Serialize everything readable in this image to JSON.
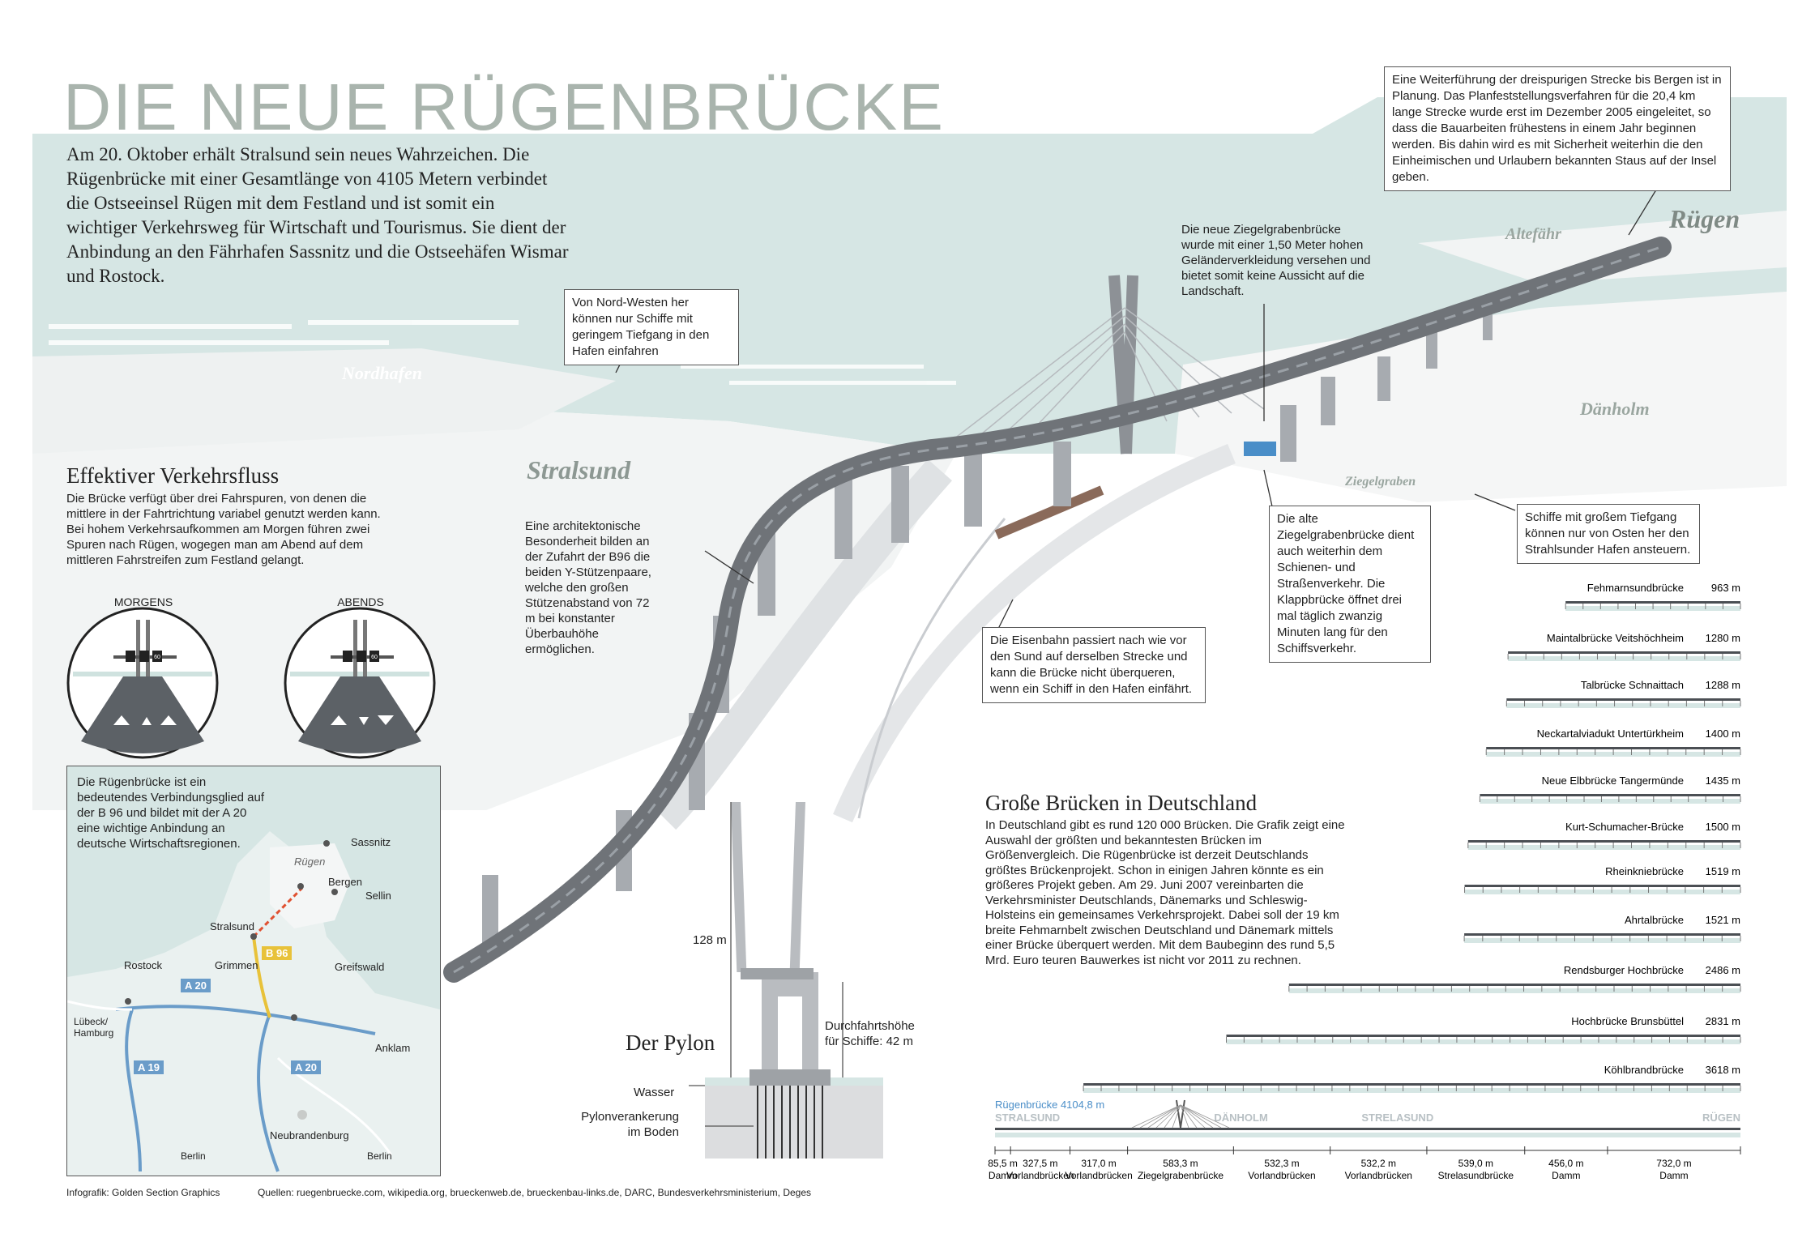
{
  "title": "DIE NEUE RÜGENBRÜCKE",
  "intro": "Am 20. Oktober erhält Stralsund sein neues Wahrzeichen. Die Rügenbrücke mit einer Gesamtlänge von 4105 Metern verbindet die Ostseeinsel Rügen mit dem Festland und ist somit ein wichtiger Verkehrsweg für Wirtschaft und Tourismus. Sie dient der Anbindung an den Fährhafen Sassnitz und die Ostseehäfen Wismar und Rostock.",
  "places": {
    "ruegen": "Rügen",
    "altefaehr": "Altefähr",
    "nordhafen": "Nordhafen",
    "stralsund": "Stralsund",
    "daenholm": "Dänholm",
    "ziegelgraben": "Ziegelgraben"
  },
  "callouts": {
    "weiterfuehrung": "Eine Weiterführung der dreispurigen Strecke bis Bergen ist in Planung. Das Planfeststellungsverfahren für die 20,4 km lange Strecke wurde erst im Dezember 2005 eingeleitet, so dass die Bauarbeiten frühestens in einem Jahr beginnen werden. Bis dahin wird es mit Sicherheit weiterhin die den Einheimischen und Urlaubern bekannten Staus auf der Insel geben.",
    "ziegelgraben_neu": "Die neue Ziegelgrabenbrücke wurde mit einer 1,50 Meter hohen Geländerverkleidung versehen und bietet somit keine Aussicht auf die Landschaft.",
    "nordwesten": "Von Nord-Westen her können nur Schiffe mit geringem Tiefgang in den Hafen einfahren",
    "architektur": "Eine architektonische Besonderheit bilden an der Zufahrt der B96 die beiden Y-Stützenpaare, welche den großen Stützenabstand von 72 m bei konstanter Überbauhöhe ermöglichen.",
    "alte_bruecke": "Die alte Ziegelgrabenbrücke dient auch weiterhin dem Schienen- und Straßenverkehr. Die Klappbrücke öffnet drei mal täglich zwanzig Minuten lang für den Schiffsverkehr.",
    "schiffe": "Schiffe mit großem Tiefgang können nur von Osten her den Strahlsunder Hafen ansteuern.",
    "eisenbahn": "Die Eisenbahn passiert nach wie vor den Sund auf derselben Strecke und kann die Brücke nicht überqueren, wenn ein Schiff in den Hafen einfährt."
  },
  "verkehr": {
    "heading": "Effektiver Verkehrsfluss",
    "text": "Die Brücke verfügt über drei Fahrspuren, von denen die mittlere in der Fahrtrichtung variabel genutzt werden kann. Bei hohem Verkehrsaufkommen am Morgen führen zwei Spuren nach Rügen, wogegen man am Abend auf dem mittleren Fahrstreifen zum Festland gelangt.",
    "morgens": "MORGENS",
    "abends": "ABENDS",
    "sign": "60"
  },
  "map": {
    "text": "Die Rügenbrücke ist ein bedeutendes Verbindungsglied auf der B 96 und bildet mit der A 20 eine wichtige Anbindung an deutsche Wirtschaftsregionen.",
    "labels": [
      "Sassnitz",
      "Rügen",
      "Bergen",
      "Sellin",
      "Stralsund",
      "Rostock",
      "Grimmen",
      "Greifswald",
      "Lübeck/",
      "Hamburg",
      "Anklam",
      "Neubrandenburg",
      "Berlin",
      "Berlin"
    ],
    "shields": [
      "B 96",
      "A 20",
      "A 19",
      "A 20"
    ]
  },
  "pylon": {
    "heading": "Der Pylon",
    "height": "128 m",
    "durchfahrt1": "Durchfahrtshöhe",
    "durchfahrt2": "für Schiffe: 42 m",
    "wasser": "Wasser",
    "anker1": "Pylonverankerung",
    "anker2": "im Boden"
  },
  "vergleich": {
    "heading": "Große Brücken in Deutschland",
    "text": "In Deutschland gibt es rund 120 000 Brücken. Die Grafik zeigt eine Auswahl der größten und bekanntesten Brücken im Größenvergleich. Die Rügenbrücke ist derzeit Deutschlands größtes Brückenprojekt. Schon in einigen Jahren könnte es ein größeres Projekt geben. Am 29. Juni 2007 vereinbarten die Verkehrsminister Deutschlands, Dänemarks und Schleswig-Holsteins ein gemeinsames Verkehrsprojekt. Dabei soll der 19 km breite Fehmarnbelt zwischen Deutschland und Dänemark mittels einer Brücke überquert werden. Mit dem Baubeginn des rund 5,5 Mrd. Euro teuren Bauwerkes ist nicht vor 2011 zu rechnen."
  },
  "chart_data": {
    "type": "bar",
    "unit": "m",
    "categories": [
      "Fehmarnsundbrücke",
      "Maintalbrücke Veitshöchheim",
      "Talbrücke Schnaittach",
      "Neckartalviadukt Untertürkheim",
      "Neue Elbbrücke Tangermünde",
      "Kurt-Schumacher-Brücke",
      "Rheinkniebrücke",
      "Ahrtalbrücke",
      "Rendsburger Hochbrücke",
      "Hochbrücke Brunsbüttel",
      "Köhlbrandbrücke"
    ],
    "values": [
      963,
      1280,
      1288,
      1400,
      1435,
      1500,
      1519,
      1521,
      2486,
      2831,
      3618
    ],
    "value_labels": [
      "963 m",
      "1280 m",
      "1288 m",
      "1400 m",
      "1435 m",
      "1500 m",
      "1519 m",
      "1521 m",
      "2486 m",
      "2831 m",
      "3618 m"
    ],
    "ruegen": {
      "label": "Rügenbrücke",
      "value": 4104.8,
      "value_label": "4104,8 m",
      "ends": [
        "STRALSUND",
        "DÄNHOLM",
        "STRELASUND",
        "RÜGEN"
      ],
      "segments": [
        {
          "value": "85,5 m",
          "name": "Damm",
          "length": 85.5
        },
        {
          "value": "327,5 m",
          "name": "Vorlandbrücken",
          "length": 327.5
        },
        {
          "value": "317,0 m",
          "name": "Vorlandbrücken",
          "length": 317.0
        },
        {
          "value": "583,3 m",
          "name": "Ziegelgrabenbrücke",
          "length": 583.3
        },
        {
          "value": "532,3 m",
          "name": "Vorlandbrücken",
          "length": 532.3
        },
        {
          "value": "532,2 m",
          "name": "Vorlandbrücken",
          "length": 532.2
        },
        {
          "value": "539,0 m",
          "name": "Strelasundbrücke",
          "length": 539.0
        },
        {
          "value": "456,0 m",
          "name": "Damm",
          "length": 456.0
        },
        {
          "value": "732,0 m",
          "name": "Damm",
          "length": 732.0
        }
      ]
    }
  },
  "credits": {
    "infografik": "Infografik: Golden Section Graphics",
    "quellen": "Quellen: ruegenbruecke.com, wikipedia.org, brueckenweb.de, brueckenbau-links.de, DARC, Bundesverkehrsministerium, Deges"
  },
  "colors": {
    "water": "#d6e6e4",
    "bridge_deck": "#6f7378",
    "pillar": "#a7abb0",
    "title": "#a9b4ad",
    "accent_blue": "#4a8ec8",
    "shield_blue": "#6a9cc9",
    "shield_yellow": "#e8c23a"
  }
}
